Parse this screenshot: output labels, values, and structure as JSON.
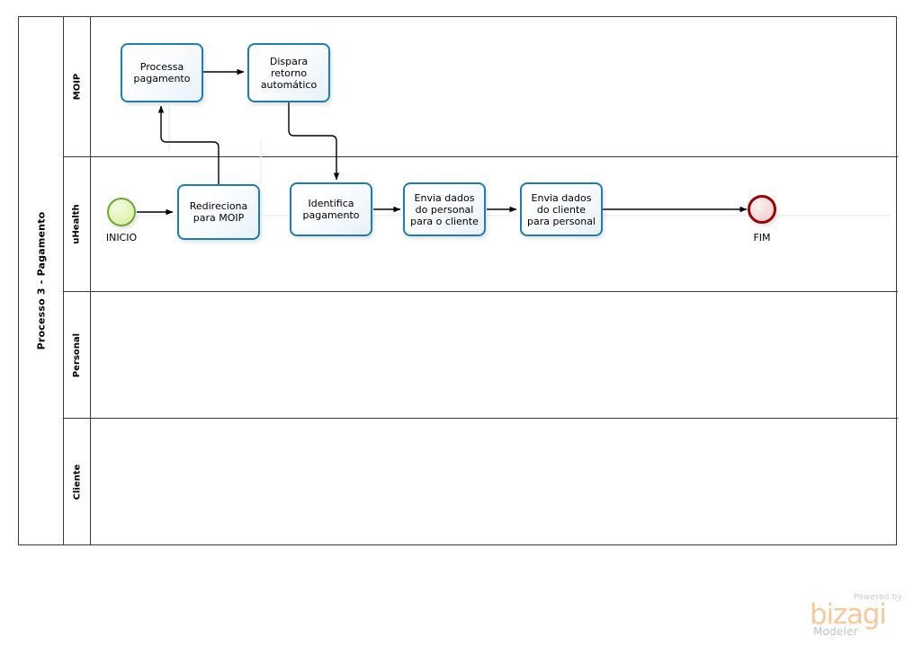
{
  "diagram": {
    "pool": {
      "title": "Processo 3 - Pagamento"
    },
    "lanes": [
      {
        "id": "moip",
        "label": "MOIP"
      },
      {
        "id": "uhealth",
        "label": "uHealth"
      },
      {
        "id": "personal",
        "label": "Personal"
      },
      {
        "id": "cliente",
        "label": "Cliente"
      }
    ],
    "events": [
      {
        "id": "start",
        "type": "start-event",
        "label": "INICIO",
        "lane": "uHealth",
        "color": "#6ba832"
      },
      {
        "id": "end",
        "type": "end-event",
        "label": "FIM",
        "lane": "uHealth",
        "color": "#990000"
      }
    ],
    "tasks": [
      {
        "id": "processa-pagamento",
        "label": "Processa pagamento",
        "lane": "MOIP"
      },
      {
        "id": "dispara-retorno",
        "label": "Dispara retorno automático",
        "lane": "MOIP"
      },
      {
        "id": "redireciona-moip",
        "label": "Redireciona para MOIP",
        "lane": "uHealth"
      },
      {
        "id": "identifica-pagamento",
        "label": "Identifica pagamento",
        "lane": "uHealth"
      },
      {
        "id": "envia-dados-personal",
        "label": "Envia dados do personal para o cliente",
        "lane": "uHealth"
      },
      {
        "id": "envia-dados-cliente",
        "label": "Envia dados do cliente para personal",
        "lane": "uHealth"
      }
    ],
    "flows": [
      {
        "from": "start",
        "to": "redireciona-moip"
      },
      {
        "from": "redireciona-moip",
        "to": "processa-pagamento"
      },
      {
        "from": "processa-pagamento",
        "to": "dispara-retorno"
      },
      {
        "from": "dispara-retorno",
        "to": "identifica-pagamento"
      },
      {
        "from": "identifica-pagamento",
        "to": "envia-dados-personal"
      },
      {
        "from": "envia-dados-personal",
        "to": "envia-dados-cliente"
      },
      {
        "from": "envia-dados-cliente",
        "to": "end"
      }
    ],
    "colors": {
      "task_border": "#1f7cac",
      "start_border": "#6ba832",
      "end_border": "#990000",
      "pool_border": "#3b3b3b",
      "connector": "#000000"
    }
  },
  "watermark": {
    "powered_by": "Powered by",
    "brand": "bizagi",
    "product": "Modeler"
  }
}
